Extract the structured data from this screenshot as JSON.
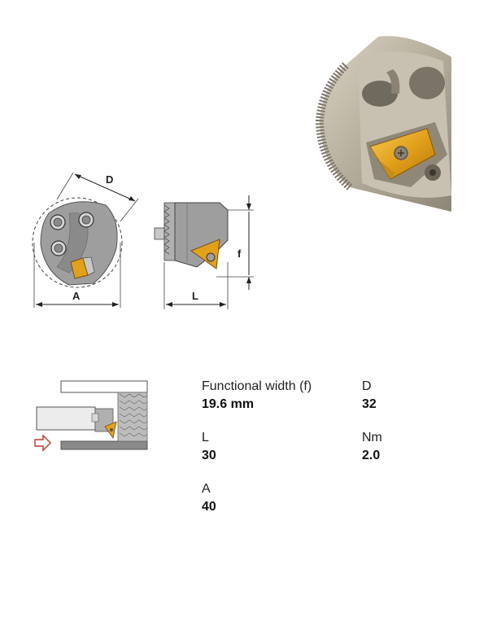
{
  "drawing": {
    "dim_d": "D",
    "dim_a": "A",
    "dim_l": "L",
    "dim_f": "f"
  },
  "specs": {
    "functional_width": {
      "label": "Functional width (f)",
      "value": "19.6 mm"
    },
    "d": {
      "label": "D",
      "value": "32"
    },
    "l": {
      "label": "L",
      "value": "30"
    },
    "nm": {
      "label": "Nm",
      "value": "2.0"
    },
    "a": {
      "label": "A",
      "value": "40"
    }
  },
  "colors": {
    "insert_gold": "#e2a11b",
    "holder_gray": "#9a9a9a",
    "steel": "#b9b2a1",
    "arrow_red": "#c0392b"
  }
}
